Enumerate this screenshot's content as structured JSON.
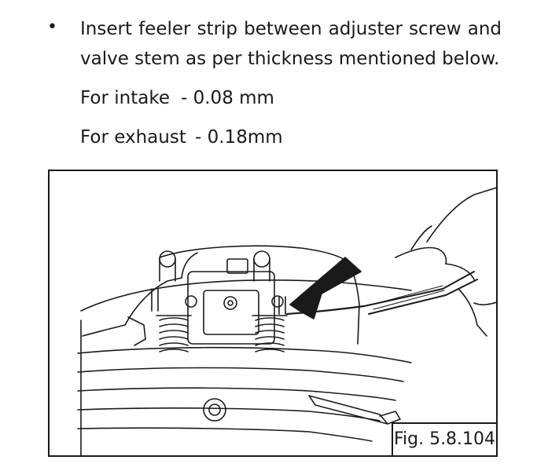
{
  "instruction": {
    "bullet": "•",
    "text": "Insert feeler strip between adjuster screw and valve stem as per thickness mentioned below."
  },
  "specs": [
    {
      "label": "For intake",
      "value": "- 0.08 mm"
    },
    {
      "label": "For exhaust",
      "value": "- 0.18mm"
    }
  ],
  "figure": {
    "caption": "Fig. 5.8.104"
  }
}
